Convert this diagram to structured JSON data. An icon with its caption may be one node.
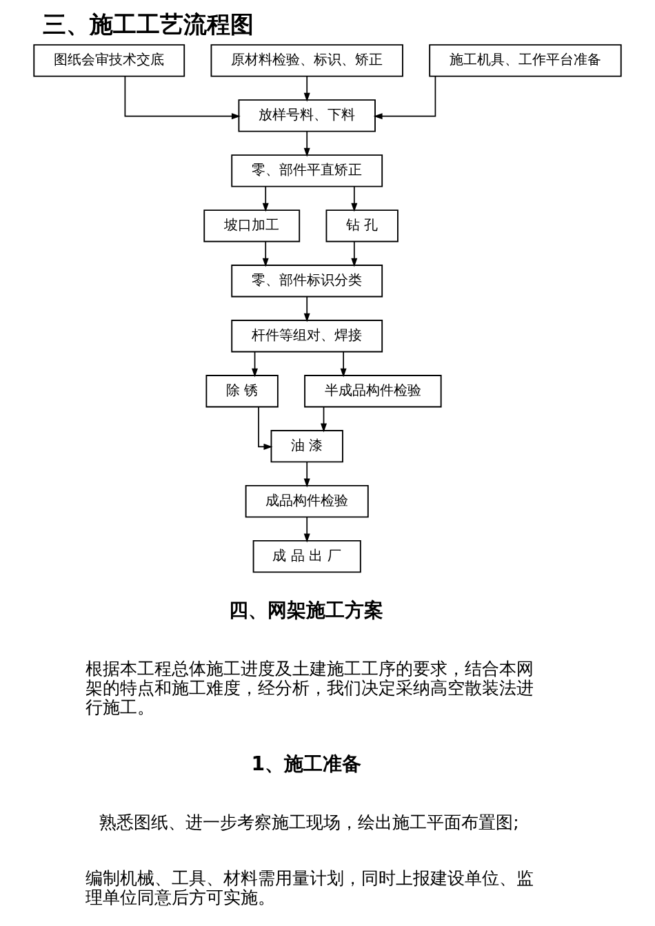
{
  "diagram": {
    "title": "三、施工工艺流程图",
    "nodes": [
      {
        "text": [
          "图纸会审技术交底"
        ]
      },
      {
        "text": [
          "原材料检验、标识、矫正"
        ]
      },
      {
        "text": [
          "施工机具、工作平台准备"
        ]
      },
      {
        "text": [
          "放样号料、下料"
        ]
      },
      {
        "text": [
          "零、部件平直矫正"
        ]
      },
      {
        "text": [
          "坡口加工"
        ]
      },
      {
        "text": [
          "钻 孔"
        ]
      },
      {
        "text": [
          "零、部件标识分类"
        ]
      },
      {
        "text": [
          "杆件等组对、焊接"
        ]
      },
      {
        "text": [
          "除 锈"
        ]
      },
      {
        "text": [
          "半成品构件检验"
        ]
      },
      {
        "text": [
          "油 漆"
        ]
      },
      {
        "text": [
          "成品构件检验"
        ]
      },
      {
        "text": [
          "成 品 出 厂"
        ]
      }
    ],
    "edges": [
      {
        "from": 0,
        "to": 3,
        "arrow": "to"
      },
      {
        "from": 1,
        "to": 3,
        "arrow": "to"
      },
      {
        "from": 2,
        "to": 3,
        "arrow": "to"
      },
      {
        "from": 3,
        "to": 4,
        "arrow": "to"
      },
      {
        "from": 4,
        "to": 5,
        "arrow": "to"
      },
      {
        "from": 4,
        "to": 6,
        "arrow": "to"
      },
      {
        "from": 5,
        "to": 7,
        "arrow": "to"
      },
      {
        "from": 6,
        "to": 7,
        "arrow": "to"
      },
      {
        "from": 7,
        "to": 8,
        "arrow": "to"
      },
      {
        "from": 8,
        "to": 9,
        "arrow": "to"
      },
      {
        "from": 8,
        "to": 10,
        "arrow": "to"
      },
      {
        "from": 9,
        "to": 11,
        "arrow": "to"
      },
      {
        "from": 10,
        "to": 11,
        "arrow": "to"
      },
      {
        "from": 11,
        "to": 12,
        "arrow": "to"
      },
      {
        "from": 12,
        "to": 13,
        "arrow": "to"
      }
    ],
    "labels": [
      "四、网架施工方案",
      "根据本工程总体施工进度及土建施工工序的要求，结合本网架的特点和施工难度，经分析，我们决定采纳高空散装法进行施工。",
      "1、施工准备",
      "熟悉图纸、进一步考察施工现场，绘出施工平面布置图;",
      "编制机械、工具、材料需用量计划，同时上报建设单位、监理单位同意后方可实施。"
    ]
  }
}
